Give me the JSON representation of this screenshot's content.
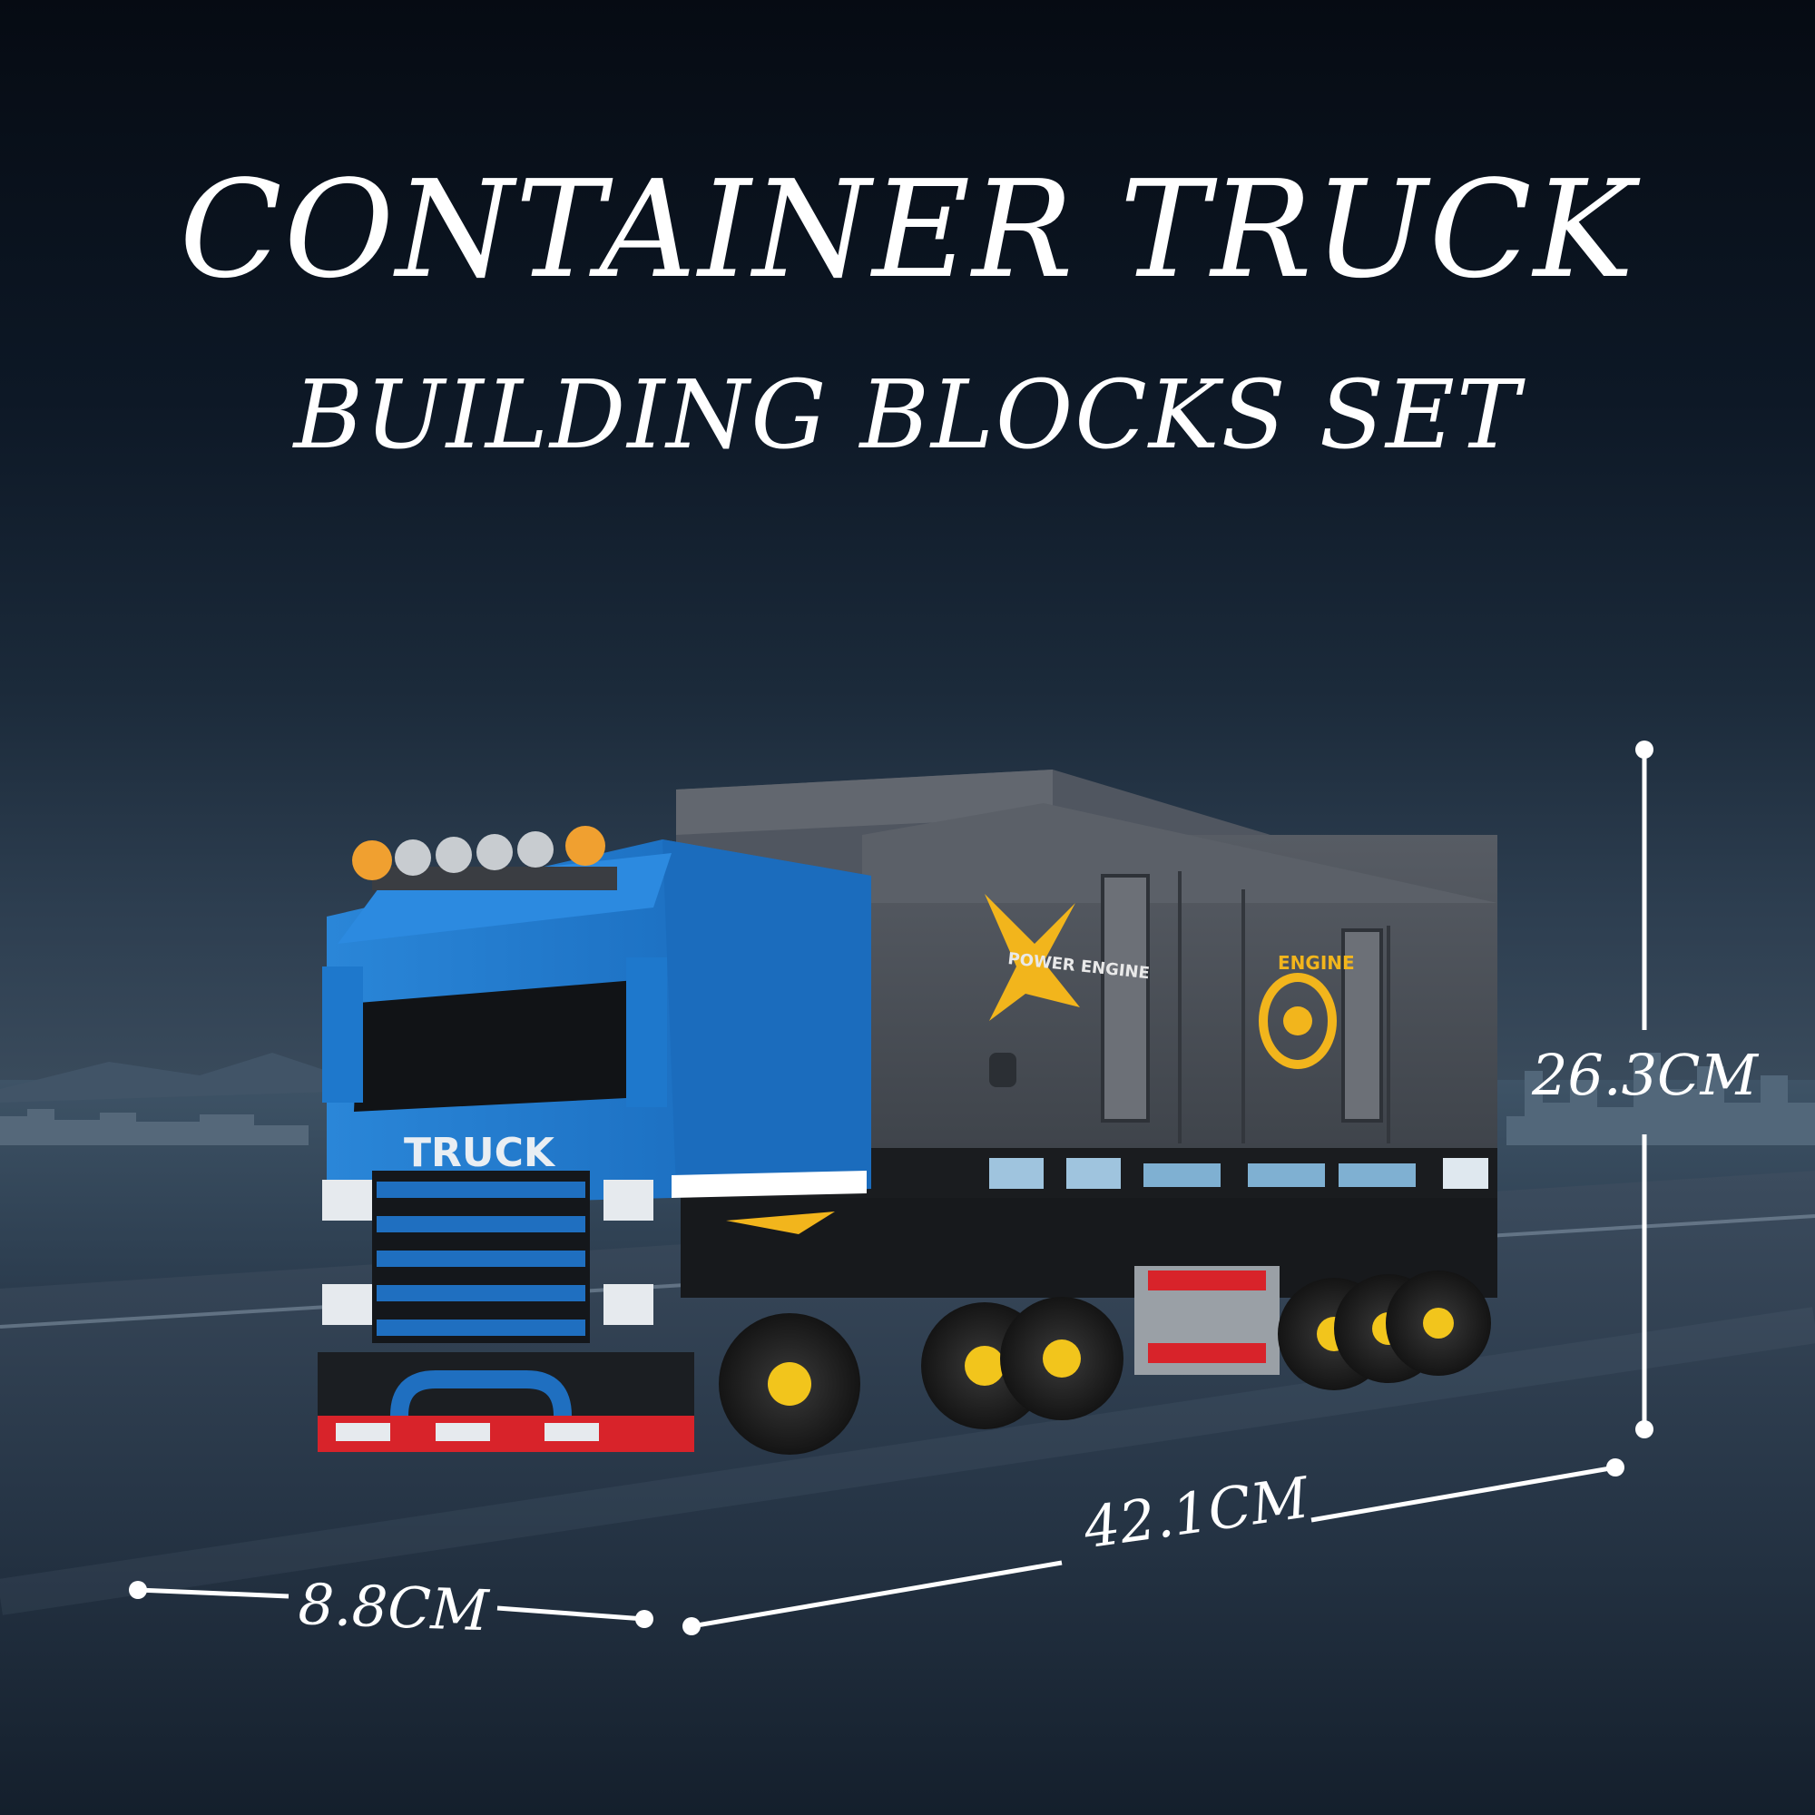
{
  "header": {
    "title": "CONTAINER TRUCK",
    "subtitle": "BUILDING BLOCKS SET"
  },
  "truck": {
    "cab_label": "TRUCK",
    "logo_text_1": "POWER ENGINE",
    "logo_text_2": "ENGINE"
  },
  "dimensions": {
    "height": "26.3CM",
    "length": "42.1CM",
    "width": "8.8CM"
  },
  "colors": {
    "cab_blue": "#1e74c8",
    "container_gray": "#4a4f57",
    "accent_yellow": "#f2b51c",
    "bumper_red": "#d8232a"
  }
}
